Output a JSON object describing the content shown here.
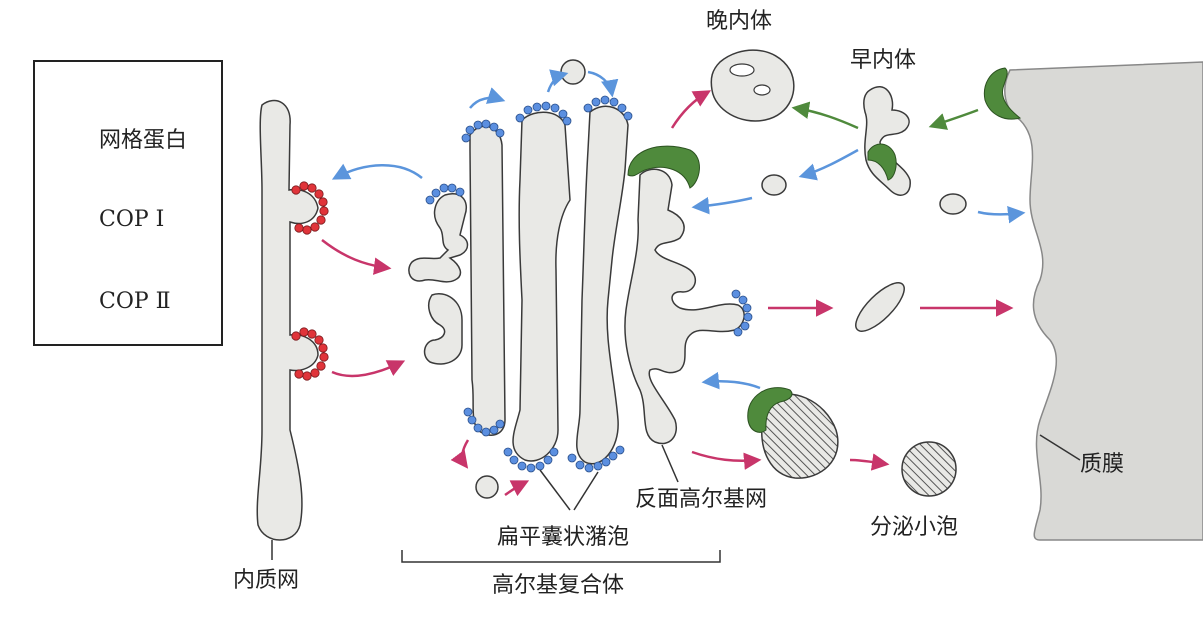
{
  "legend": {
    "clathrin": "网格蛋白",
    "cop1": "COP Ⅰ",
    "cop2": "COP Ⅱ"
  },
  "labels": {
    "er": "内质网",
    "cisternae": "扁平囊状潴泡",
    "golgi_complex": "高尔基复合体",
    "tgn": "反面高尔基网",
    "secretory_vesicle": "分泌小泡",
    "plasma_membrane": "质膜",
    "late_endosome": "晚内体",
    "early_endosome": "早内体"
  },
  "colors": {
    "organelle_fill": "#e9e9e6",
    "organelle_stroke": "#3a3a3a",
    "clathrin": "#4f8a3c",
    "cop1": "#5b8fe0",
    "cop2": "#e0343a",
    "arrow_blue": "#5b95dc",
    "arrow_magenta": "#c8356a",
    "membrane": "#d9d9d6"
  }
}
